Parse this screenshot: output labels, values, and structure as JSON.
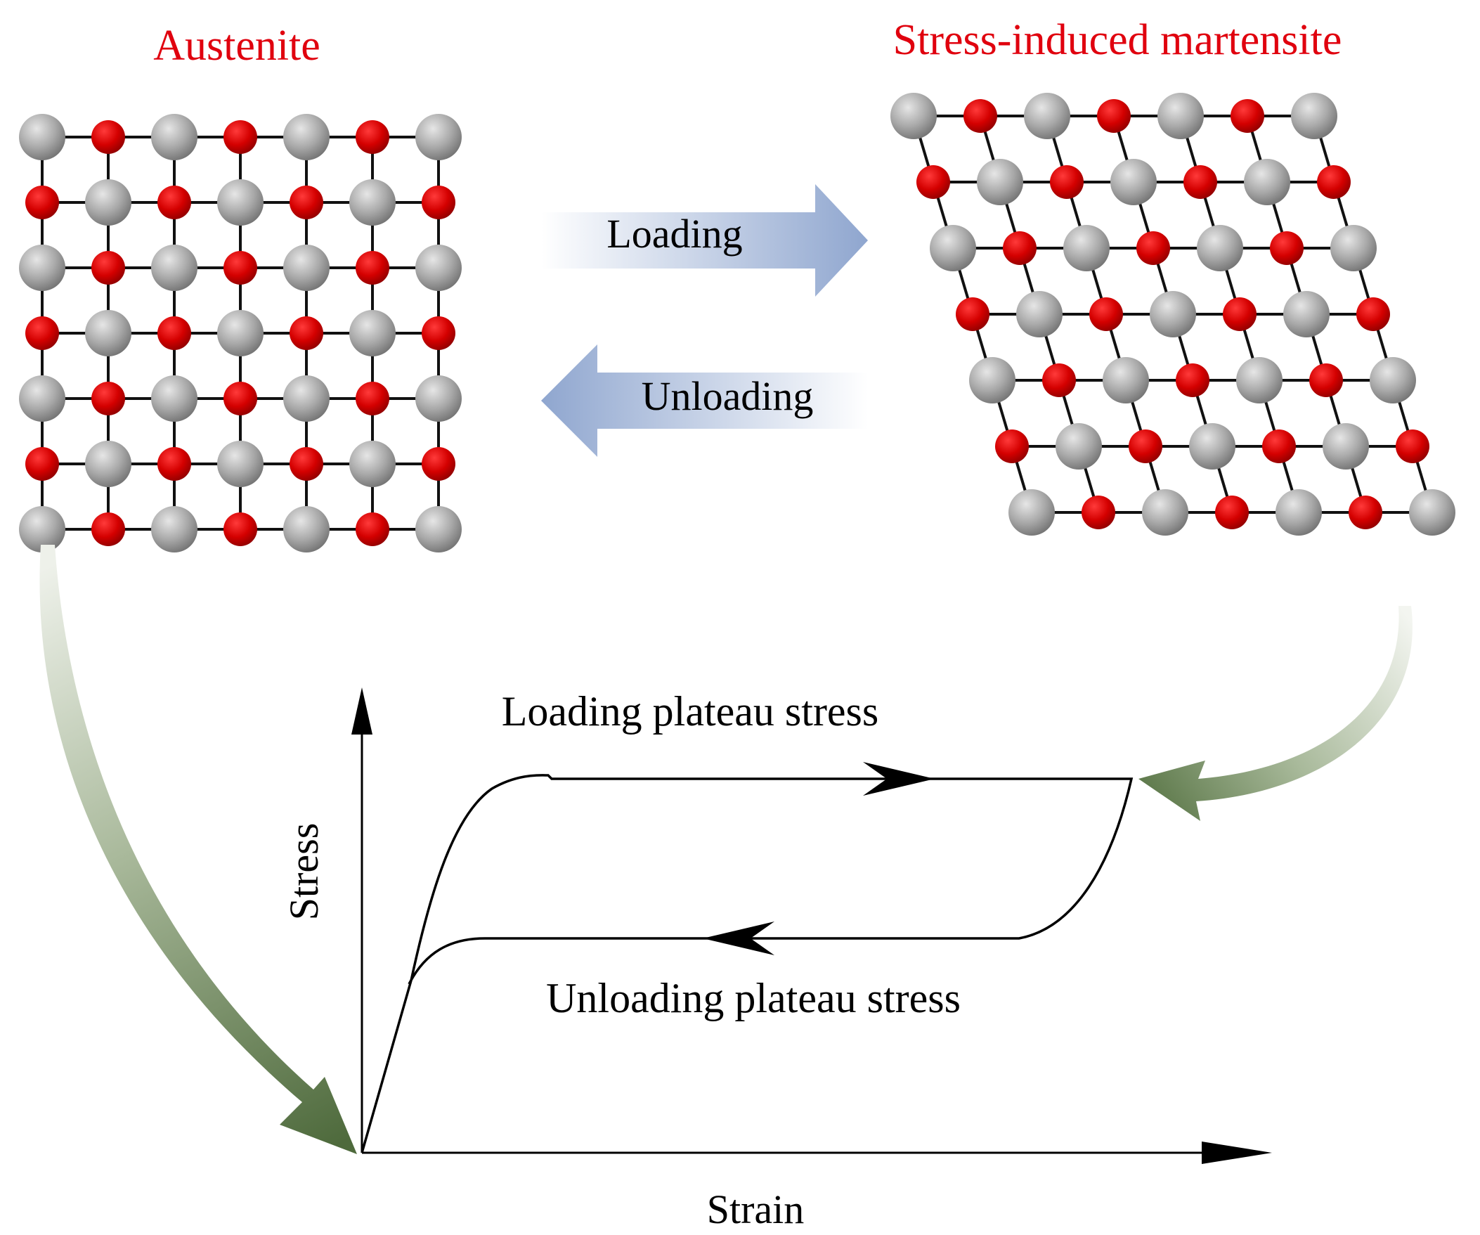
{
  "titles": {
    "austenite": "Austenite",
    "martensite": "Stress-induced martensite"
  },
  "transitions": {
    "loading": "Loading",
    "unloading": "Unloading"
  },
  "curve": {
    "y_axis_label": "Stress",
    "x_axis_label": "Strain",
    "upper_plateau_label": "Loading plateau stress",
    "lower_plateau_label": "Unloading plateau stress"
  },
  "lattice": {
    "rows": 7,
    "cols": 7,
    "large_atom": "gray",
    "small_atom": "red"
  },
  "colors": {
    "title_red": "#e0000e",
    "small_atom": "#d40000",
    "large_atom": "#9a9a9a",
    "bond": "#111111",
    "transition_arrow": "#8fa6cf",
    "curved_arrow": "#5f7a4c"
  }
}
